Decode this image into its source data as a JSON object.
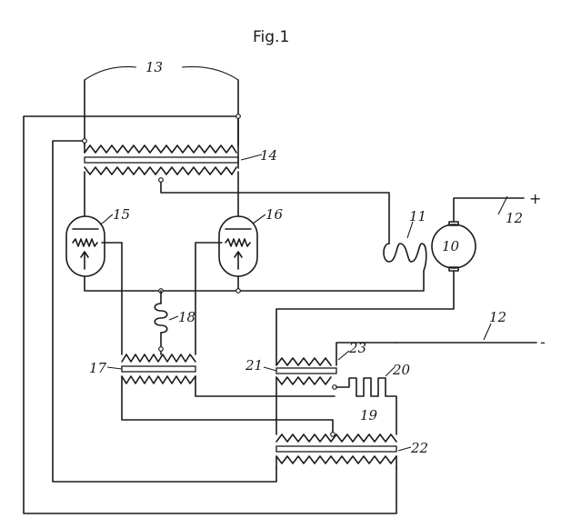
{
  "figure": {
    "title": "Fig.1",
    "labels": {
      "l10": "10",
      "l11": "11",
      "l12a": "12",
      "l12b": "12",
      "l13": "13",
      "l14": "14",
      "l15": "15",
      "l16": "16",
      "l17": "17",
      "l18": "18",
      "l19": "19",
      "l20": "20",
      "l21": "21",
      "l22": "22",
      "l23": "23"
    },
    "signs": {
      "plus": "+",
      "minus": "-"
    }
  }
}
